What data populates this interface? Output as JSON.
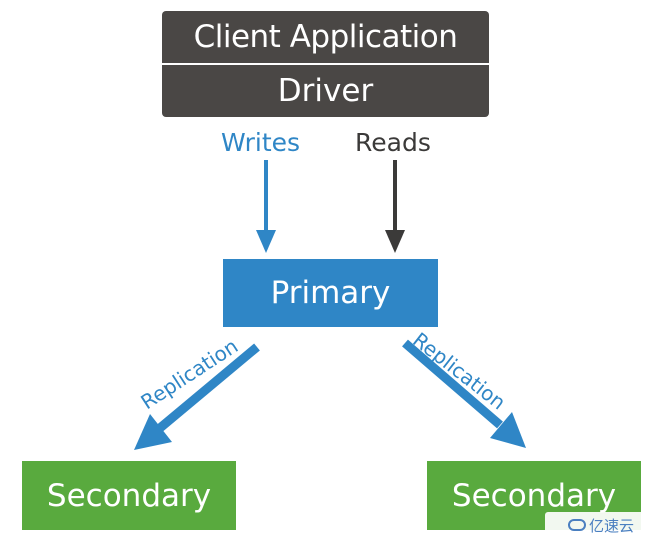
{
  "nodes": {
    "client_application": "Client Application",
    "driver": "Driver",
    "primary": "Primary",
    "secondary_left": "Secondary",
    "secondary_right": "Secondary"
  },
  "edges": {
    "writes": "Writes",
    "reads": "Reads",
    "replication_left": "Replication",
    "replication_right": "Replication"
  },
  "watermark": {
    "text": "亿速云",
    "icon": "cloud-logo-icon"
  },
  "colors": {
    "client": "#4a4745",
    "primary": "#2f86c6",
    "secondary": "#59aa3e",
    "reads_arrow": "#3b3a39"
  }
}
